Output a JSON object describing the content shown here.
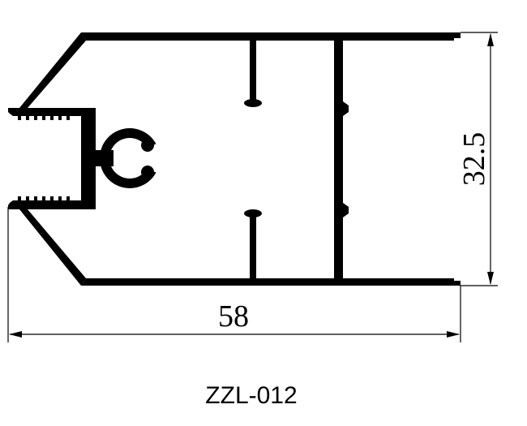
{
  "drawing": {
    "dimension_width": "58",
    "dimension_height": "32.5",
    "model_code": "ZZL-012",
    "colors": {
      "profile": "#000000",
      "background": "#ffffff"
    }
  }
}
